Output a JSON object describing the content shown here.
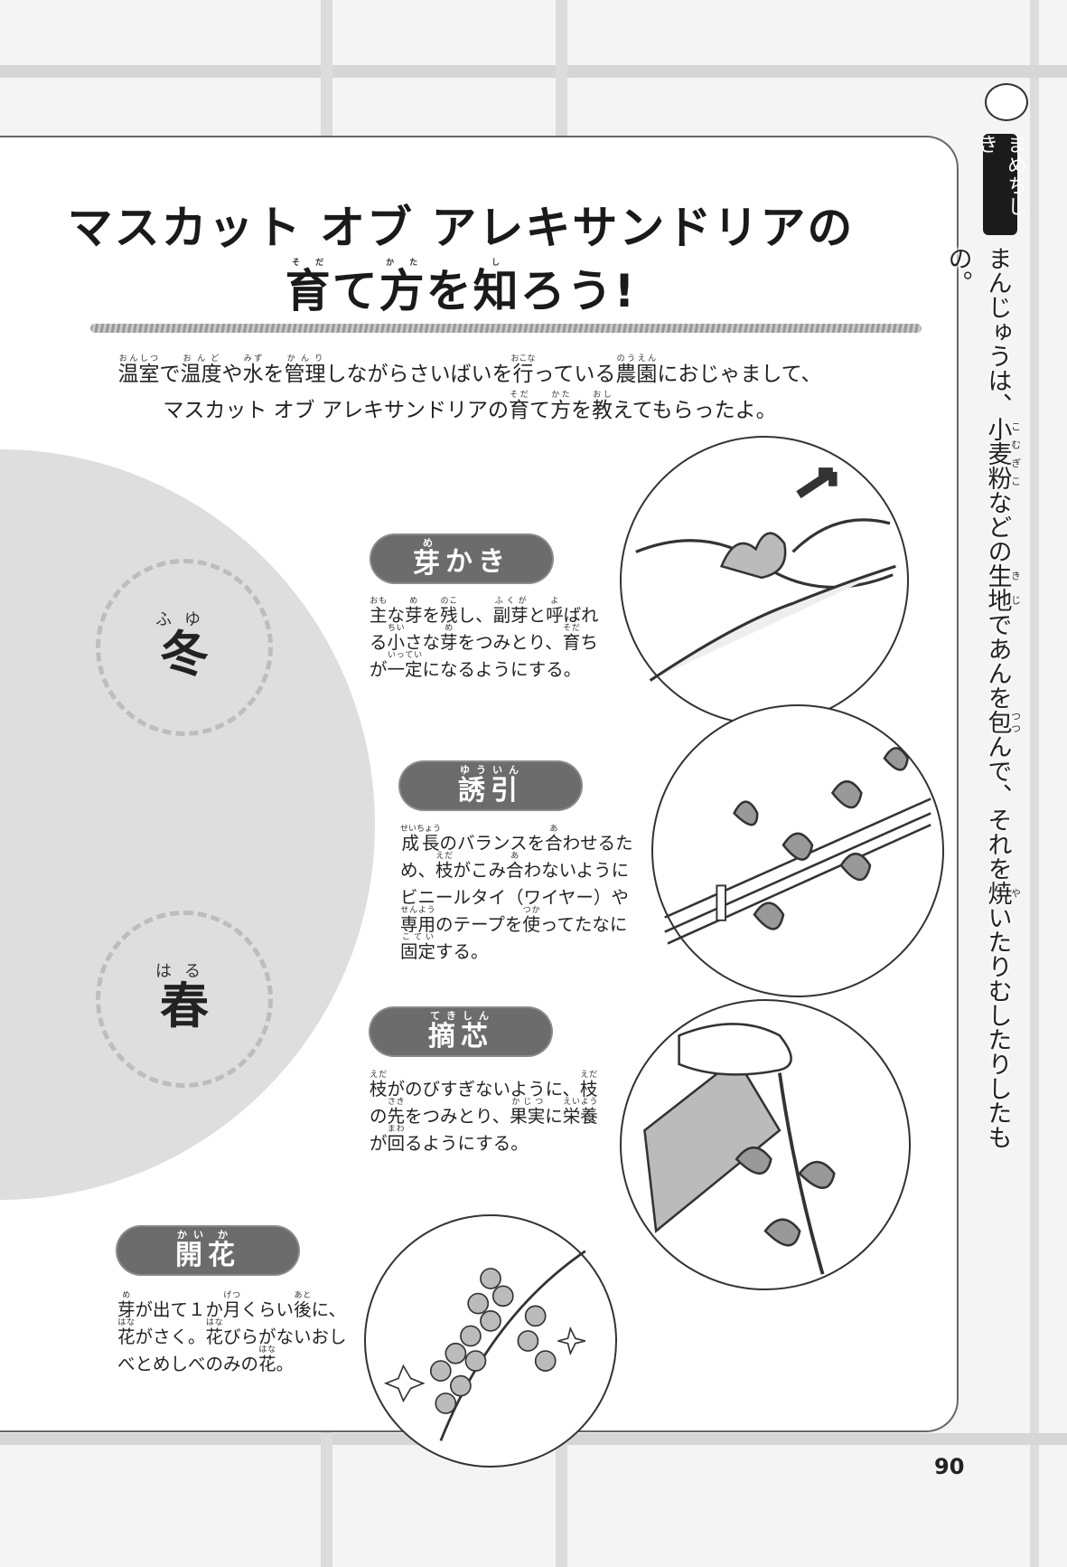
{
  "title": {
    "line1": "マスカット オブ アレキサンドリアの",
    "line2": [
      [
        "育",
        "そだ"
      ],
      [
        "て",
        ""
      ],
      [
        "方",
        "かた"
      ],
      [
        "を",
        ""
      ],
      [
        "知",
        "し"
      ],
      [
        "ろう!",
        ""
      ]
    ]
  },
  "intro": {
    "line1": [
      [
        "温室",
        "おんしつ"
      ],
      [
        "で",
        ""
      ],
      [
        "温度",
        "おんど"
      ],
      [
        "や",
        ""
      ],
      [
        "水",
        "みず"
      ],
      [
        "を",
        ""
      ],
      [
        "管理",
        "かんり"
      ],
      [
        "しながらさいばいを",
        ""
      ],
      [
        "行",
        "おこな"
      ],
      [
        "っている",
        ""
      ],
      [
        "農園",
        "のうえん"
      ],
      [
        "におじゃまして、",
        ""
      ]
    ],
    "line2": [
      [
        "マスカット オブ アレキサンドリアの",
        ""
      ],
      [
        "育",
        "そだ"
      ],
      [
        "て",
        ""
      ],
      [
        "方",
        "かた"
      ],
      [
        "を",
        ""
      ],
      [
        "教",
        "おし"
      ],
      [
        "えてもらったよ。",
        ""
      ]
    ]
  },
  "seasons": [
    {
      "kanji": "冬",
      "reading": "ふゆ"
    },
    {
      "kanji": "春",
      "reading": "はる"
    }
  ],
  "steps": [
    {
      "label": [
        [
          "芽",
          "め"
        ],
        [
          "かき",
          ""
        ]
      ],
      "text": [
        [
          "主",
          "おも"
        ],
        [
          "な",
          ""
        ],
        [
          "芽",
          "め"
        ],
        [
          "を",
          ""
        ],
        [
          "残",
          "のこ"
        ],
        [
          "し、",
          ""
        ],
        [
          "副芽",
          "ふくが"
        ],
        [
          "と",
          ""
        ],
        [
          "呼",
          "よ"
        ],
        [
          "ばれる",
          ""
        ],
        [
          "小",
          "ちい"
        ],
        [
          "さな",
          ""
        ],
        [
          "芽",
          "め"
        ],
        [
          "をつみとり、",
          ""
        ],
        [
          "育",
          "そだ"
        ],
        [
          "ちが",
          ""
        ],
        [
          "一定",
          "いってい"
        ],
        [
          "になるようにする。",
          ""
        ]
      ]
    },
    {
      "label": [
        [
          "誘",
          "ゆう"
        ],
        [
          "引",
          "いん"
        ]
      ],
      "text": [
        [
          "成長",
          "せいちょう"
        ],
        [
          "のバランスを",
          ""
        ],
        [
          "合",
          "あ"
        ],
        [
          "わせるため、",
          ""
        ],
        [
          "枝",
          "えだ"
        ],
        [
          "がこみ",
          ""
        ],
        [
          "合",
          "あ"
        ],
        [
          "わないようにビニールタイ（ワイヤー）や",
          ""
        ],
        [
          "専用",
          "せんよう"
        ],
        [
          "のテープを",
          ""
        ],
        [
          "使",
          "つか"
        ],
        [
          "ってたなに",
          ""
        ],
        [
          "固定",
          "こてい"
        ],
        [
          "する。",
          ""
        ]
      ]
    },
    {
      "label": [
        [
          "摘",
          "てき"
        ],
        [
          "芯",
          "しん"
        ]
      ],
      "text": [
        [
          "枝",
          "えだ"
        ],
        [
          "がのびすぎないように、",
          ""
        ],
        [
          "枝",
          "えだ"
        ],
        [
          "の",
          ""
        ],
        [
          "先",
          "さき"
        ],
        [
          "をつみとり、",
          ""
        ],
        [
          "果実",
          "かじつ"
        ],
        [
          "に",
          ""
        ],
        [
          "栄養",
          "えいよう"
        ],
        [
          "が",
          ""
        ],
        [
          "回",
          "まわ"
        ],
        [
          "るようにする。",
          ""
        ]
      ]
    },
    {
      "label": [
        [
          "開",
          "かい"
        ],
        [
          "花",
          "か"
        ]
      ],
      "text": [
        [
          "芽",
          "め"
        ],
        [
          "が出て１か",
          ""
        ],
        [
          "月",
          "げつ"
        ],
        [
          "くらい",
          ""
        ],
        [
          "後",
          "あと"
        ],
        [
          "に、",
          ""
        ],
        [
          "花",
          "はな"
        ],
        [
          "がさく。",
          ""
        ],
        [
          "花",
          "はな"
        ],
        [
          "びらがないおしべとめしべのみの",
          ""
        ],
        [
          "花",
          "はな"
        ],
        [
          "。",
          ""
        ]
      ]
    }
  ],
  "sidebar": {
    "tag": "まめちしき",
    "text": [
      [
        "まんじゅうは、",
        ""
      ],
      [
        "小麦粉",
        "こむぎこ"
      ],
      [
        "などの",
        ""
      ],
      [
        "生地",
        "きじ"
      ],
      [
        "であんを",
        ""
      ],
      [
        "包",
        "つつ"
      ],
      [
        "んで、それを",
        ""
      ],
      [
        "焼",
        "や"
      ],
      [
        "いたりむしたりしたもの。",
        ""
      ]
    ]
  },
  "page_number": "90"
}
